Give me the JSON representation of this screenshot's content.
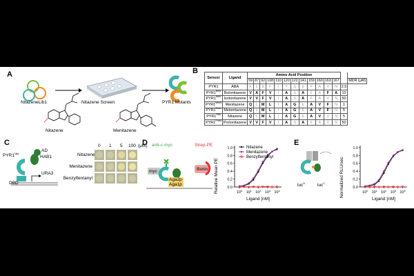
{
  "panel_labels": {
    "a": "A",
    "b": "B",
    "c": "C",
    "d": "D",
    "e": "E"
  },
  "panel_a": {
    "library": "NitazeneLib1",
    "screen": "Nitazene Screen",
    "mutants": "PYR1 Mutants",
    "mol1": "Nitazene",
    "mol2": "Menitazene",
    "mutant_colors": [
      "#3bb3a8",
      "#7bbf3b",
      "#f08a24"
    ]
  },
  "panel_b": {
    "headers": {
      "sensor": "Sensor",
      "ligand": "Ligand",
      "aa": "Amino Acid Position",
      "mdr": "MDR (μM)"
    },
    "positions": [
      "59",
      "87",
      "92",
      "108",
      "110",
      "120",
      "122",
      "141",
      "159",
      "160",
      "163",
      "167"
    ],
    "rows": [
      {
        "sensor": "PYR1",
        "sup": "",
        "ligand": "ABA",
        "aa": [
          "K",
          "L",
          "S",
          "F",
          "I",
          "Y",
          "S",
          "E",
          "F",
          "A",
          "V",
          "N"
        ],
        "bold": [
          0,
          0,
          0,
          0,
          0,
          0,
          0,
          0,
          0,
          0,
          0,
          0
        ],
        "mdr": "2.5"
      },
      {
        "sensor": "PYR1",
        "sup": "Buto",
        "ligand": "Butonitazene",
        "aa": [
          "V",
          "A",
          "F",
          "V",
          "I",
          "A",
          "S",
          "A",
          "F",
          "A",
          "F",
          "A"
        ],
        "bold": [
          1,
          1,
          1,
          1,
          0,
          1,
          0,
          1,
          0,
          0,
          1,
          1
        ],
        "mdr": "10"
      },
      {
        "sensor": "PYR1",
        "sup": "Isoto",
        "ligand": "Isotonitazene",
        "aa": [
          "V",
          "V",
          "F",
          "V",
          "I",
          "A",
          "S",
          "A",
          "F",
          "A",
          "V",
          "N"
        ],
        "bold": [
          1,
          1,
          1,
          1,
          0,
          1,
          0,
          1,
          0,
          0,
          0,
          0
        ],
        "mdr": "50"
      },
      {
        "sensor": "PYR1",
        "sup": "Menit",
        "ligand": "Menitazene",
        "aa": [
          "Q",
          "L",
          "M",
          "L",
          "I",
          "A",
          "G",
          "E",
          "A",
          "V",
          "F",
          "N"
        ],
        "bold": [
          1,
          0,
          1,
          1,
          0,
          1,
          1,
          0,
          1,
          1,
          1,
          0
        ],
        "mdr": "1"
      },
      {
        "sensor": "PYR1",
        "sup": "Meto",
        "ligand": "Metonitazene",
        "aa": [
          "Q",
          "L",
          "M",
          "L",
          "I",
          "A",
          "G",
          "E",
          "A",
          "V",
          "F",
          "N"
        ],
        "bold": [
          1,
          0,
          1,
          1,
          0,
          1,
          1,
          0,
          1,
          1,
          1,
          0
        ],
        "mdr": "5"
      },
      {
        "sensor": "PYR1",
        "sup": "Nita",
        "ligand": "Nitazene",
        "aa": [
          "Q",
          "L",
          "M",
          "L",
          "I",
          "A",
          "G",
          "E",
          "A",
          "V",
          "V",
          "N"
        ],
        "bold": [
          1,
          0,
          1,
          1,
          0,
          1,
          1,
          0,
          1,
          1,
          0,
          0
        ],
        "mdr": "5"
      },
      {
        "sensor": "PYR1",
        "sup": "Proto",
        "ligand": "Protonitazene",
        "aa": [
          "V",
          "V",
          "F",
          "V",
          "I",
          "A",
          "S",
          "A",
          "F",
          "A",
          "V",
          "N"
        ],
        "bold": [
          1,
          1,
          1,
          1,
          0,
          1,
          0,
          1,
          0,
          0,
          0,
          0
        ],
        "mdr": "50"
      }
    ]
  },
  "panel_c": {
    "pyr1": "PYR1",
    "pyr1_sup": "Nita",
    "ad": "AD",
    "hab1": "HAB1",
    "ura3": "URA3",
    "dbd": "DBD",
    "conc": [
      "0",
      "1",
      "5",
      "100",
      "(μM)"
    ],
    "rows": [
      "Nitazene",
      "Menitazene",
      "Benzylfentanyl"
    ]
  },
  "panel_d": {
    "anti_myc": "anti-c-myc",
    "strep": "Strep-PE",
    "myc": "myc",
    "aga2p": "Aga2p",
    "aga1p": "Aga1p",
    "biotin": "Biotin",
    "ylabel": "Relative Mean PE",
    "xlabel": "Ligand [nM]",
    "legend": [
      "Nitazene",
      "Menitazene",
      "Benzylfentanyl"
    ]
  },
  "panel_e": {
    "lucn": "luc",
    "lucn_sup": "N",
    "lucc": "luc",
    "lucc_sup": "C",
    "ylabel": "Normalized RLU/sec",
    "xlabel": "Ligand [nM]"
  },
  "chart_data": [
    {
      "type": "line",
      "title": "",
      "xlabel": "Ligand [nM]",
      "ylabel": "Relative Mean PE",
      "xscale": "log",
      "xlim": [
        0.3,
        30000
      ],
      "ylim": [
        0,
        1.05
      ],
      "xticks": [
        "10^0",
        "10^1",
        "10^2",
        "10^3",
        "10^4"
      ],
      "yticks": [
        "0.0",
        "0.2",
        "0.4",
        "0.6",
        "0.8",
        "1.0"
      ],
      "legend_position": "top-left",
      "series": [
        {
          "name": "Nitazene",
          "color": "#111111",
          "x": [
            1,
            3,
            10,
            30,
            100,
            300,
            1000,
            3000,
            10000
          ],
          "y": [
            0.02,
            0.03,
            0.08,
            0.18,
            0.38,
            0.6,
            0.78,
            0.9,
            0.97
          ]
        },
        {
          "name": "Menitazene",
          "color": "#8b2a8b",
          "x": [
            1,
            3,
            10,
            30,
            100,
            300,
            1000,
            3000,
            10000
          ],
          "y": [
            0.02,
            0.04,
            0.1,
            0.22,
            0.42,
            0.64,
            0.82,
            0.9,
            0.95
          ]
        },
        {
          "name": "Benzylfentanyl",
          "color": "#e03030",
          "x": [
            1,
            3,
            10,
            30,
            100,
            300,
            1000,
            3000,
            10000
          ],
          "y": [
            0.0,
            0.01,
            0.0,
            0.01,
            0.0,
            0.01,
            0.01,
            0.0,
            0.01
          ]
        }
      ]
    },
    {
      "type": "line",
      "title": "",
      "xlabel": "Ligand [nM]",
      "ylabel": "Normalized RLU/sec",
      "xscale": "log",
      "xlim": [
        0.3,
        30000
      ],
      "ylim": [
        0,
        1.05
      ],
      "xticks": [
        "10^0",
        "10^1",
        "10^2",
        "10^3",
        "10^4"
      ],
      "yticks": [
        "0.0",
        "0.2",
        "0.4",
        "0.6",
        "0.8",
        "1.0"
      ],
      "series": [
        {
          "name": "Nitazene",
          "color": "#111111",
          "x": [
            1,
            3,
            10,
            30,
            100,
            300,
            1000,
            3000,
            10000
          ],
          "y": [
            0.02,
            0.03,
            0.06,
            0.15,
            0.35,
            0.58,
            0.78,
            0.88,
            0.93
          ]
        },
        {
          "name": "Menitazene",
          "color": "#8b2a8b",
          "x": [
            1,
            3,
            10,
            30,
            100,
            300,
            1000,
            3000,
            10000
          ],
          "y": [
            0.02,
            0.04,
            0.08,
            0.18,
            0.4,
            0.62,
            0.8,
            0.89,
            0.94
          ]
        },
        {
          "name": "Benzylfentanyl",
          "color": "#e03030",
          "x": [
            1,
            3,
            10,
            30,
            100,
            300,
            1000,
            3000,
            10000
          ],
          "y": [
            0.01,
            0.0,
            0.01,
            0.0,
            0.01,
            0.0,
            0.01,
            0.0,
            0.01
          ]
        }
      ]
    }
  ]
}
